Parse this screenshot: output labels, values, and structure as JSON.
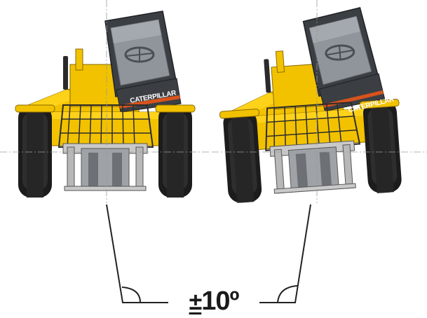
{
  "brand": {
    "name": "CATERPILLAR"
  },
  "annotation": {
    "plusminus": "±",
    "value": "10",
    "unit": "º"
  },
  "colors": {
    "body_yellow": "#f2c200",
    "body_yellow_light": "#ffd21a",
    "cab_dark": "#3b3f44",
    "tire_dark": "#1c1c1c",
    "fork_gray": "#b8b8b8",
    "stripe_orange": "#d8531c",
    "line_dark": "#222222"
  }
}
